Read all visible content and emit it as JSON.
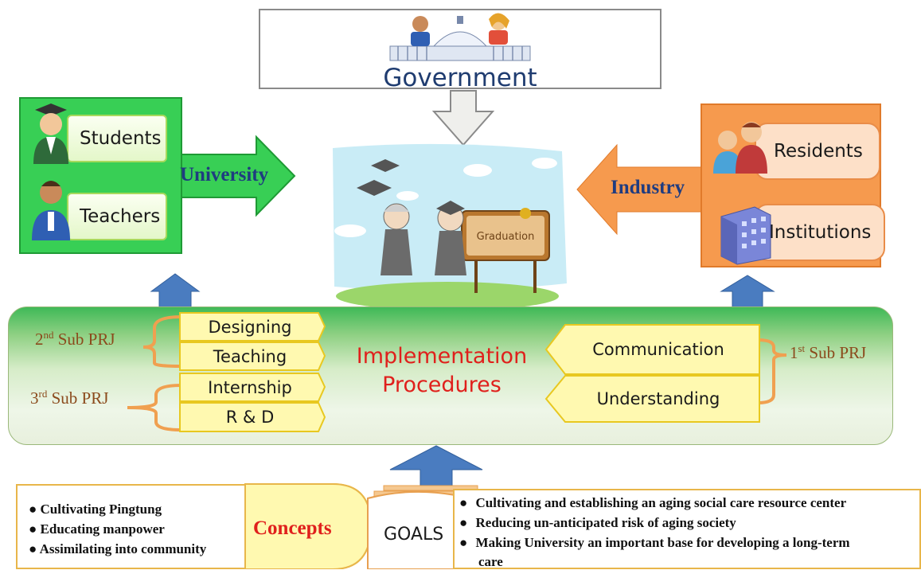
{
  "government": {
    "title": "Government"
  },
  "university": {
    "label": "University",
    "items": [
      "Students",
      "Teachers"
    ]
  },
  "industry": {
    "label": "Industry",
    "items": [
      "Residents",
      "Institutions"
    ]
  },
  "center_image": {
    "sign_text": "Graduation"
  },
  "implementation": {
    "title_line1": "Implementation",
    "title_line2": "Procedures",
    "left_steps": [
      "Designing",
      "Teaching",
      "Internship",
      "R & D"
    ],
    "right_steps": [
      "Communication",
      "Understanding"
    ],
    "sub_projects": {
      "second": {
        "num": "2",
        "sup": "nd",
        "text": " Sub PRJ"
      },
      "third": {
        "num": "3",
        "sup": "rd",
        "text": " Sub PRJ"
      },
      "first": {
        "num": "1",
        "sup": "st",
        "text": " Sub PRJ"
      }
    }
  },
  "concepts": {
    "label": "Concepts",
    "items": [
      "Cultivating Pingtung",
      "Educating manpower",
      "Assimilating into community"
    ]
  },
  "goals": {
    "label": "GOALS",
    "items": [
      "Cultivating and establishing an aging social care resource center",
      "Reducing un-anticipated risk of aging society",
      "Making University an important base for developing a long-term",
      "care"
    ]
  },
  "colors": {
    "university_green": "#38cf55",
    "industry_orange": "#f69a4e",
    "arrow_blue": "#4a7cc0",
    "title_red": "#e0201c",
    "label_navy": "#1f3c80",
    "step_yellow": "#fff9b0"
  }
}
